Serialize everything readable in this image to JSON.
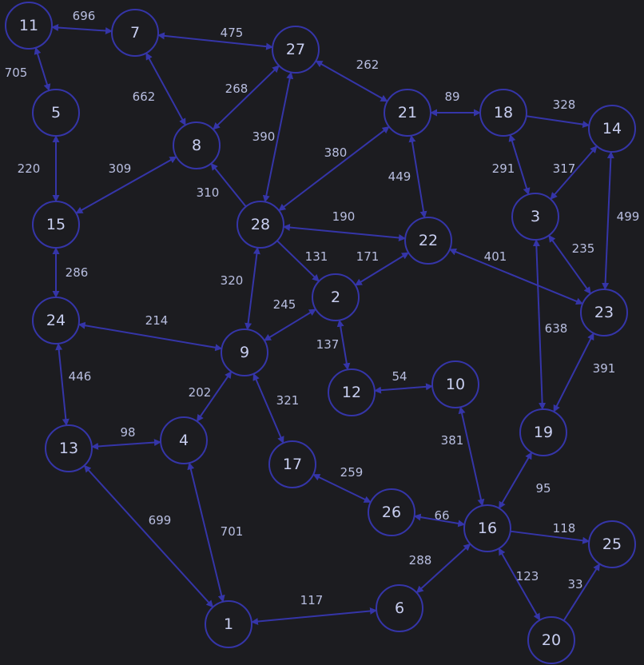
{
  "graph": {
    "colors": {
      "background": "#1c1c20",
      "edge": "#3535a8",
      "node_stroke": "#3535a8",
      "label": "#c8cef0",
      "weight": "#b8bee0"
    },
    "nodes": [
      "1",
      "2",
      "3",
      "4",
      "5",
      "6",
      "7",
      "8",
      "9",
      "10",
      "11",
      "12",
      "13",
      "14",
      "15",
      "16",
      "17",
      "18",
      "19",
      "20",
      "21",
      "22",
      "23",
      "24",
      "25",
      "26",
      "27",
      "28"
    ],
    "edges": [
      {
        "from": "11",
        "to": "7",
        "weight": "696",
        "dir": "both"
      },
      {
        "from": "11",
        "to": "5",
        "weight": "705",
        "dir": "both"
      },
      {
        "from": "7",
        "to": "27",
        "weight": "475",
        "dir": "both"
      },
      {
        "from": "7",
        "to": "8",
        "weight": "662",
        "dir": "both"
      },
      {
        "from": "27",
        "to": "8",
        "weight": "268",
        "dir": "both"
      },
      {
        "from": "27",
        "to": "21",
        "weight": "262",
        "dir": "both"
      },
      {
        "from": "27",
        "to": "28",
        "weight": "390",
        "dir": "both"
      },
      {
        "from": "5",
        "to": "15",
        "weight": "220",
        "dir": "both"
      },
      {
        "from": "8",
        "to": "15",
        "weight": "309",
        "dir": "both"
      },
      {
        "from": "28",
        "to": "8",
        "weight": "310",
        "dir": "forward"
      },
      {
        "from": "21",
        "to": "28",
        "weight": "380",
        "dir": "both"
      },
      {
        "from": "21",
        "to": "18",
        "weight": "89",
        "dir": "both"
      },
      {
        "from": "21",
        "to": "22",
        "weight": "449",
        "dir": "both"
      },
      {
        "from": "18",
        "to": "14",
        "weight": "328",
        "dir": "forward"
      },
      {
        "from": "18",
        "to": "3",
        "weight": "291",
        "dir": "both"
      },
      {
        "from": "14",
        "to": "3",
        "weight": "317",
        "dir": "both"
      },
      {
        "from": "14",
        "to": "23",
        "weight": "499",
        "dir": "both"
      },
      {
        "from": "3",
        "to": "23",
        "weight": "235",
        "dir": "both"
      },
      {
        "from": "3",
        "to": "19",
        "weight": "638",
        "dir": "both"
      },
      {
        "from": "28",
        "to": "22",
        "weight": "190",
        "dir": "both"
      },
      {
        "from": "28",
        "to": "2",
        "weight": "131",
        "dir": "forward"
      },
      {
        "from": "22",
        "to": "2",
        "weight": "171",
        "dir": "both"
      },
      {
        "from": "23",
        "to": "22",
        "weight": "401",
        "dir": "both"
      },
      {
        "from": "15",
        "to": "24",
        "weight": "286",
        "dir": "both"
      },
      {
        "from": "24",
        "to": "9",
        "weight": "214",
        "dir": "both"
      },
      {
        "from": "24",
        "to": "13",
        "weight": "446",
        "dir": "both"
      },
      {
        "from": "28",
        "to": "9",
        "weight": "320",
        "dir": "both"
      },
      {
        "from": "2",
        "to": "9",
        "weight": "245",
        "dir": "both"
      },
      {
        "from": "2",
        "to": "12",
        "weight": "137",
        "dir": "both"
      },
      {
        "from": "12",
        "to": "10",
        "weight": "54",
        "dir": "both"
      },
      {
        "from": "9",
        "to": "4",
        "weight": "202",
        "dir": "both"
      },
      {
        "from": "9",
        "to": "17",
        "weight": "321",
        "dir": "both"
      },
      {
        "from": "13",
        "to": "4",
        "weight": "98",
        "dir": "both"
      },
      {
        "from": "13",
        "to": "1",
        "weight": "699",
        "dir": "both"
      },
      {
        "from": "4",
        "to": "1",
        "weight": "701",
        "dir": "both"
      },
      {
        "from": "17",
        "to": "26",
        "weight": "259",
        "dir": "both"
      },
      {
        "from": "10",
        "to": "16",
        "weight": "381",
        "dir": "both"
      },
      {
        "from": "23",
        "to": "19",
        "weight": "391",
        "dir": "both"
      },
      {
        "from": "19",
        "to": "16",
        "weight": "95",
        "dir": "both"
      },
      {
        "from": "26",
        "to": "16",
        "weight": "66",
        "dir": "both"
      },
      {
        "from": "16",
        "to": "25",
        "weight": "118",
        "dir": "forward"
      },
      {
        "from": "16",
        "to": "6",
        "weight": "288",
        "dir": "both"
      },
      {
        "from": "16",
        "to": "20",
        "weight": "123",
        "dir": "both"
      },
      {
        "from": "20",
        "to": "25",
        "weight": "33",
        "dir": "forward"
      },
      {
        "from": "1",
        "to": "6",
        "weight": "117",
        "dir": "both"
      }
    ]
  }
}
